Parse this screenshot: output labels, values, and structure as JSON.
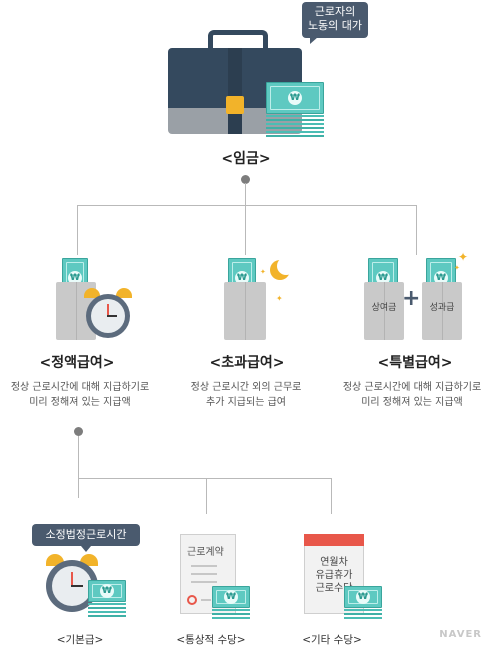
{
  "top": {
    "bubble": [
      "근로자의",
      "노동의 대가"
    ],
    "title": "<임금>"
  },
  "categories": [
    {
      "title": "<정액급여>",
      "desc": [
        "정상 근로시간에 대해 지급하기로",
        "미리 정해져 있는 지급액"
      ]
    },
    {
      "title": "<초과급여>",
      "desc": [
        "정상 근로시간 외의 근무로",
        "추가 지급되는 급여"
      ]
    },
    {
      "title": "<특별급여>",
      "desc": [
        "정상 근로시간에 대해 지급하기로",
        "미리 정해져 있는 지급액"
      ],
      "bill_labels": [
        "상여금",
        "성과급"
      ],
      "plus": "+"
    }
  ],
  "sub": {
    "bubble": "소정법정근로시간",
    "items": [
      {
        "title": "<기본급>"
      },
      {
        "title": "<통상적 수당>",
        "doc_title": "근로계약"
      },
      {
        "title": "<기타 수당>",
        "doc_lines": [
          "연월차",
          "유급휴가",
          "근로수당"
        ]
      }
    ]
  },
  "currency_symbol": "₩",
  "watermark": "NAVER",
  "colors": {
    "bubble": "#4a5a6e",
    "bill": "#5ec9c1",
    "briefcase": "#34495e",
    "briefcase_bottom": "#9aa0a6",
    "line": "#b9b9b9",
    "calendar_top": "#e8574a"
  }
}
